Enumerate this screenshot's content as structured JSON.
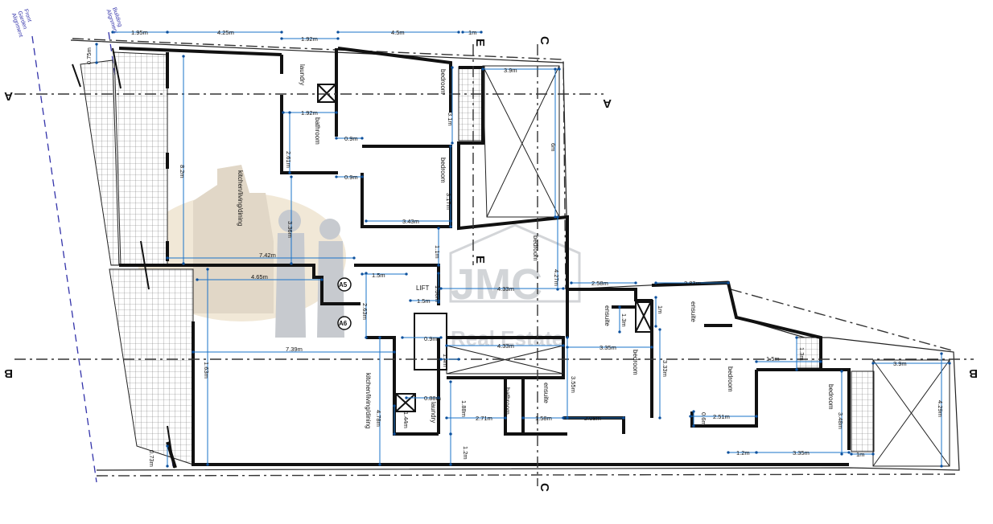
{
  "alignments": {
    "front_garden": [
      "Front",
      "Garden",
      "Alignment"
    ],
    "building": [
      "Building",
      "Alignment"
    ]
  },
  "sections": {
    "a_left": "A",
    "a_right": "A",
    "b_left": "B",
    "b_right": "B",
    "c_top": "C",
    "c_bottom": "C",
    "e_top": "E",
    "e_mid": "E"
  },
  "markers": {
    "a5": "A5",
    "a6": "A6"
  },
  "rooms": {
    "laundry_top": "laundry",
    "bathroom_top": "bathroom",
    "bedroom_top1": "bedroom",
    "bedroom_top2": "bedroom",
    "kitchen_top": "kitchen/living/dining",
    "lift": "LIFT",
    "bedroom_mid": "bedroom",
    "ensuite_a": "ensuite",
    "ensuite_b": "ensuite",
    "bedroom_right1": "bedroom",
    "bedroom_right2": "bedroom",
    "bedroom_right3": "bedroom",
    "kitchen_bottom": "kitchen/living/dining",
    "laundry_bottom": "laundry",
    "bathroom_bottom": "bathroom",
    "ensuite_c": "ensuite"
  },
  "dimensions": {
    "d_1_95": "1.95m",
    "d_4_25": "4.25m",
    "d_1_92a": "1.92m",
    "d_4_5": "4.5m",
    "d_1m": "1m",
    "d_0_75": "0.75m",
    "d_3_9a": "3.9m",
    "d_3_1": "3.1m",
    "d_6m": "6m",
    "d_1_92b": "1.92m",
    "d_2_61": "2.61m",
    "d_0_9a": "0.9m",
    "d_0_9b": "0.9m",
    "d_8_2": "8.2m",
    "d_3_17": "3.17m",
    "d_3_43": "3.43m",
    "d_3_36": "3.36m",
    "d_1_1": "1.1m",
    "d_7_42": "7.42m",
    "d_4_65": "4.65m",
    "d_1_5a": "1.5m",
    "d_2_63": "2.63m",
    "d_1_5b": "1.5m",
    "d_1_36": "1.36m",
    "d_4_33a": "4.33m",
    "d_4_27": "4.27m",
    "d_2_58": "2.58m",
    "d_2_83": "2.83m",
    "d_1_3": "1.3m",
    "d_1m_b": "1m",
    "d_7_39": "7.39m",
    "d_4_33b": "4.33m",
    "d_3_35a": "3.35m",
    "d_1_63": "1.63m",
    "d_4_78": "4.78m",
    "d_3_55": "3.55m",
    "d_3_33": "3.33m",
    "d_1_3b": "1.3m",
    "d_1_5c": "1.5m",
    "d_3_9b": "3.9m",
    "d_0_88": "0.88m",
    "d_1_88": "1.88m",
    "d_1_44": "1.44m",
    "d_2_71": "2.71m",
    "d_1_58": "1.58m",
    "d_2_08": "2.08m",
    "d_2_51": "2.51m",
    "d_0_6": "0.6m",
    "d_3_48": "3.48m",
    "d_4_29": "4.29m",
    "d_1_2a": "1.2m",
    "d_1_2b": "1.2m",
    "d_3_35b": "3.35m",
    "d_0_73": "0.73m",
    "d_1m_c": "1m",
    "d_0_9c": "0.9m",
    "d_1_4": "1.4m"
  },
  "watermark": {
    "brand": "JMC",
    "subtitle": "Real Estate"
  },
  "colors": {
    "dimension": "#1a73c8",
    "wall": "#111111",
    "alignment": "#3333aa",
    "watermark": "#c9b89a"
  }
}
